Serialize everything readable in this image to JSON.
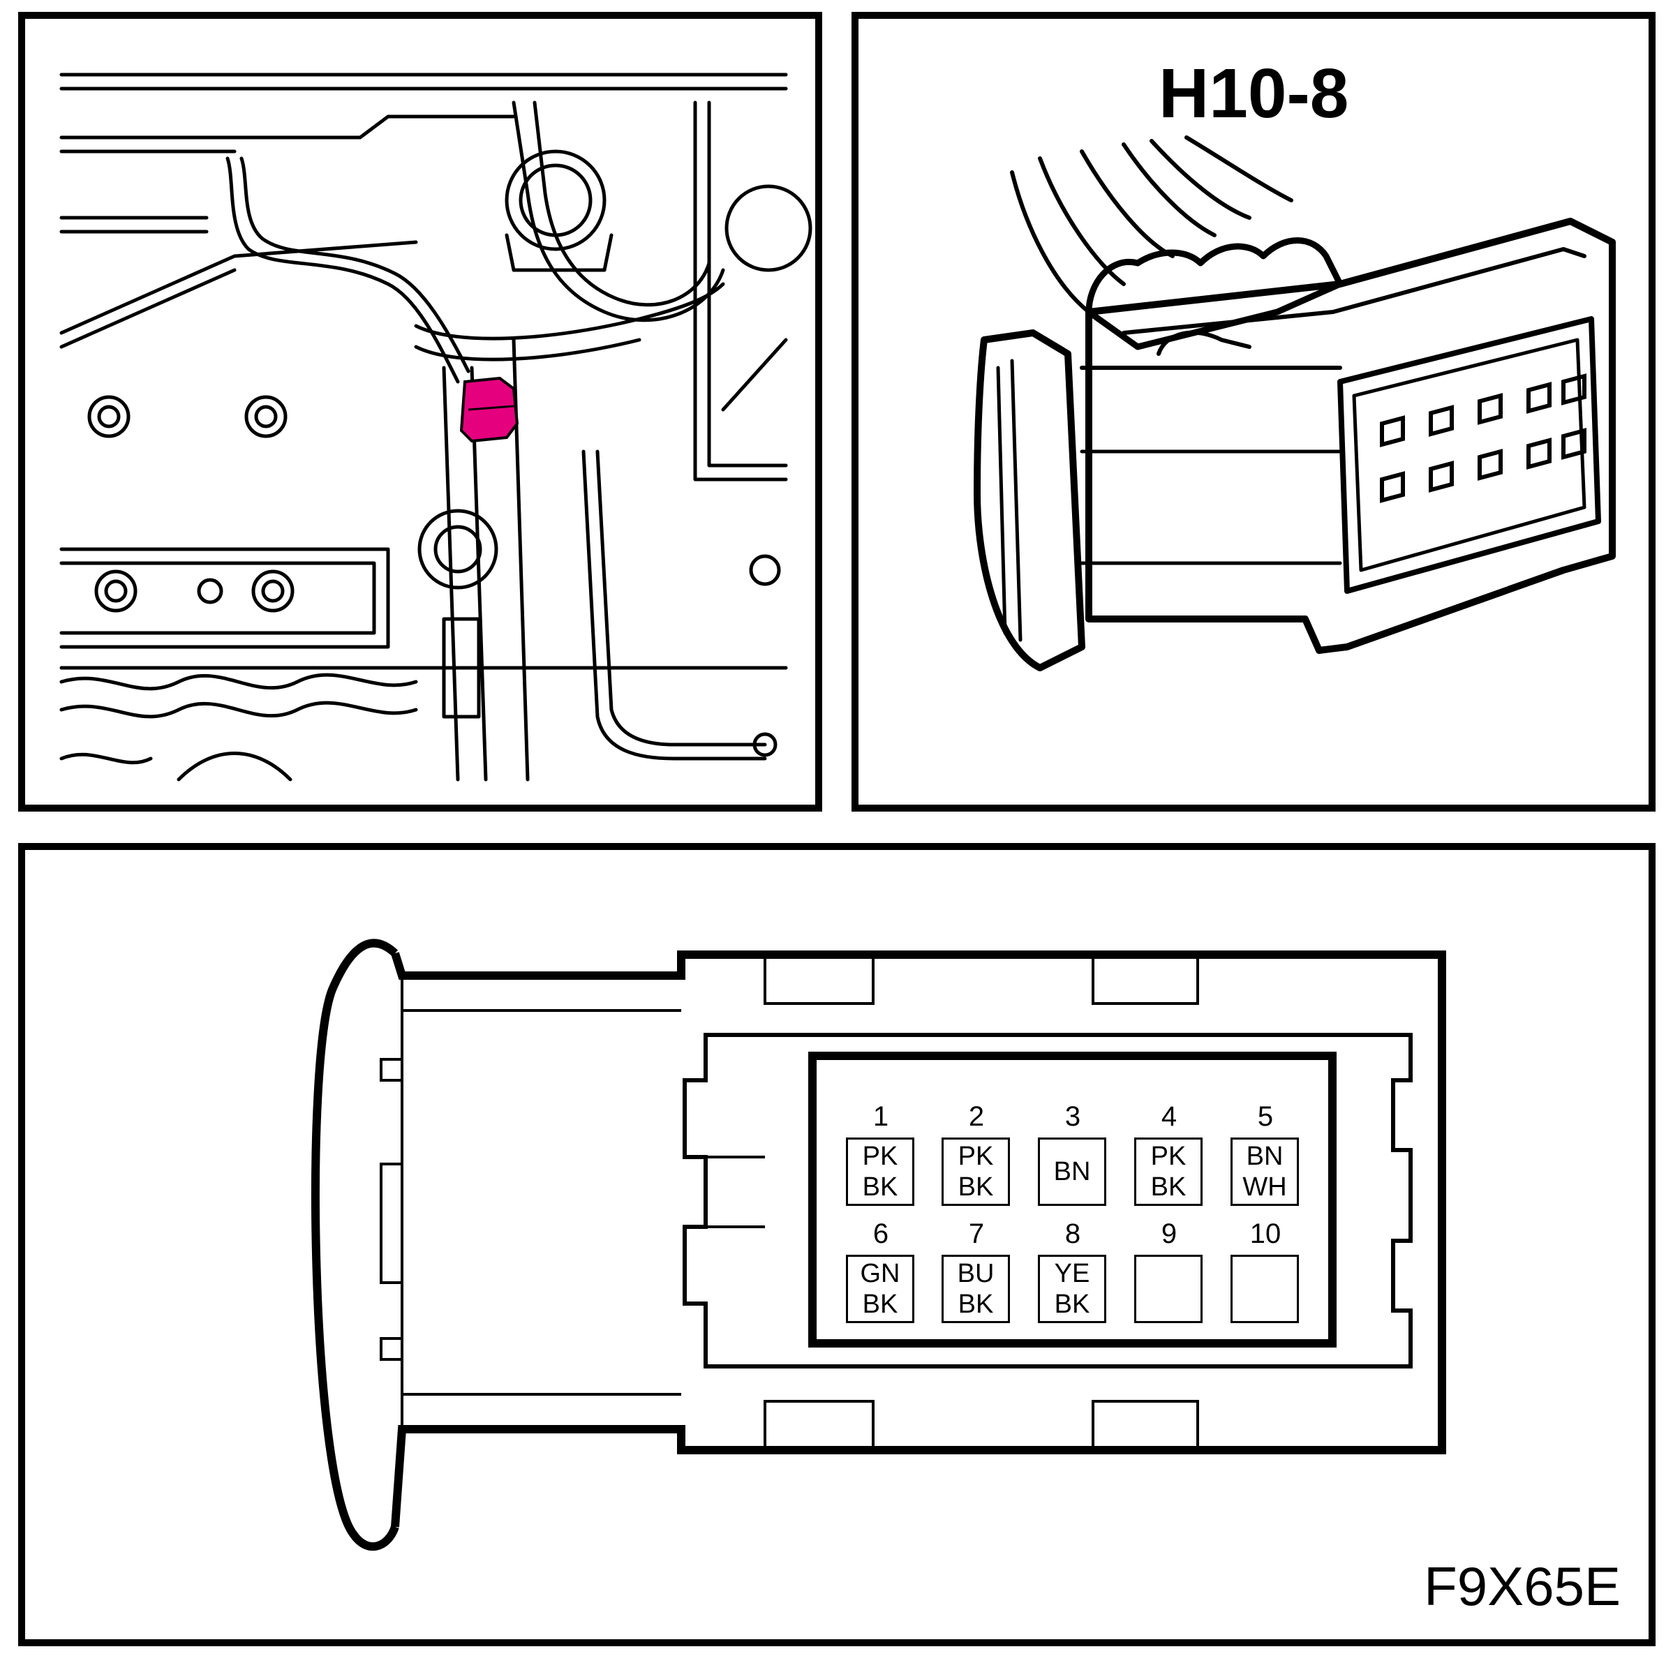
{
  "connector": {
    "title": "H10-8",
    "highlight_color": "#e5007e",
    "pins": [
      {
        "num": "1",
        "line1": "PK",
        "line2": "BK"
      },
      {
        "num": "2",
        "line1": "PK",
        "line2": "BK"
      },
      {
        "num": "3",
        "line1": "BN",
        "line2": ""
      },
      {
        "num": "4",
        "line1": "PK",
        "line2": "BK"
      },
      {
        "num": "5",
        "line1": "BN",
        "line2": "WH"
      },
      {
        "num": "6",
        "line1": "GN",
        "line2": "BK"
      },
      {
        "num": "7",
        "line1": "BU",
        "line2": "BK"
      },
      {
        "num": "8",
        "line1": "YE",
        "line2": "BK"
      },
      {
        "num": "9",
        "line1": "",
        "line2": ""
      },
      {
        "num": "10",
        "line1": "",
        "line2": ""
      }
    ]
  },
  "figure_code": "F9X65E"
}
